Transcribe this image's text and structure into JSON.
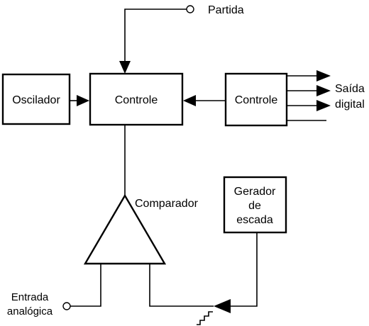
{
  "blocks": {
    "oscilador": "Oscilador",
    "controle_main": "Controle",
    "controle_right": "Controle",
    "gerador_line1": "Gerador",
    "gerador_line2": "de",
    "gerador_line3": "escada"
  },
  "labels": {
    "partida": "Partida",
    "saida_line1": "Saída",
    "saida_line2": "digital",
    "comparador": "Comparador",
    "entrada_line1": "Entrada",
    "entrada_line2": "analógica"
  },
  "colors": {
    "ink": "#000000",
    "background": "#ffffff"
  }
}
